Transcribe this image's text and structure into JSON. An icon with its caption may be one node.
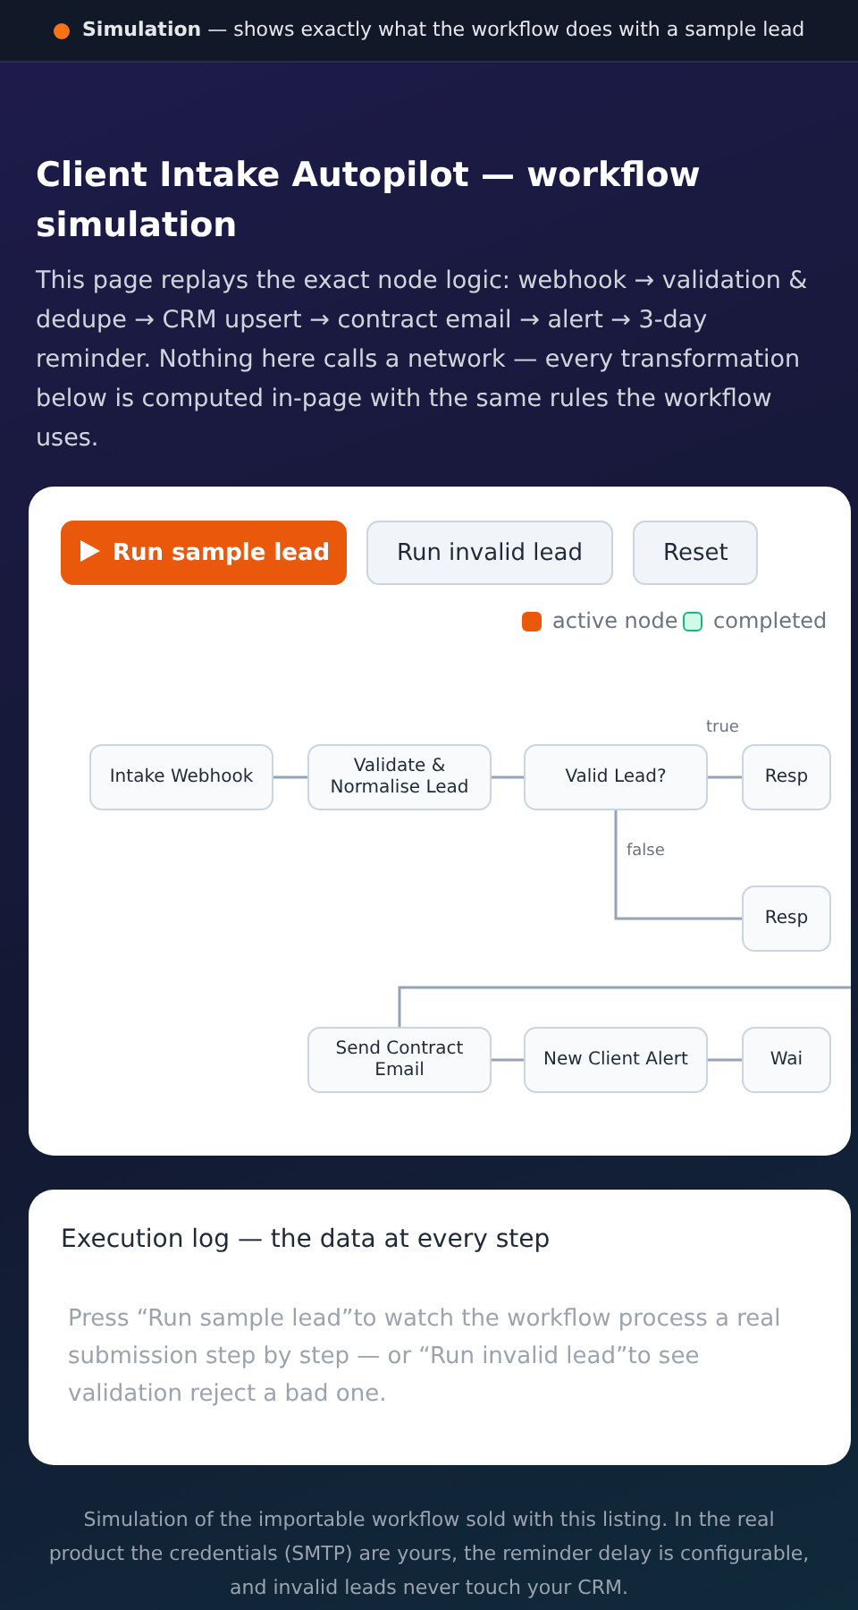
{
  "diagram": {
    "title": "Client Intake Autopilot — workflow simulation",
    "nodes": [
      {
        "text": [
          "Intake Webhook"
        ]
      },
      {
        "text": [
          "Validate & Normalise Lead"
        ]
      },
      {
        "text": [
          "Valid Lead?"
        ]
      },
      {
        "text": [
          "Resp"
        ]
      },
      {
        "text": [
          "Resp"
        ]
      },
      {
        "text": [
          "Send Contract Email"
        ]
      },
      {
        "text": [
          "New Client Alert"
        ]
      },
      {
        "text": [
          "Wai"
        ]
      }
    ],
    "edges": [
      {
        "from": 0,
        "to": 1,
        "arrow": "none"
      },
      {
        "from": 1,
        "to": 2,
        "arrow": "none"
      },
      {
        "from": 2,
        "to": 3,
        "arrow": "none",
        "label": "true"
      },
      {
        "from": 2,
        "to": 4,
        "arrow": "none",
        "label": "false"
      },
      {
        "from": null,
        "to": 5,
        "arrow": "none"
      },
      {
        "from": 5,
        "to": 6,
        "arrow": "none"
      },
      {
        "from": 6,
        "to": 7,
        "arrow": "none"
      }
    ],
    "labels": [
      "**Simulation** — shows exactly what the workflow does with a sample lead",
      "This page replays the exact node logic: webhook → validation & dedupe → CRM upsert → contract email → alert → 3-day reminder. Nothing here calls a network — every transformation below is computed in-page with the same rules the workflow uses.",
      "Run sample lead",
      "Run invalid lead",
      "Reset",
      "Execution log — the data at every step",
      "Press “Run sample lead”to watch the workflow process a real submission step by step — or “Run invalid lead”to see validation reject a bad one.",
      "Simulation of the importable workflow sold with this listing. In the real product the credentials (SMTP) are yours, the reminder delay is configurable, and invalid leads never touch your CRM."
    ],
    "legend": [
      {
        "text": "active node",
        "color": "#ea580c"
      },
      {
        "text": "completed",
        "color": "#d1fae5"
      }
    ]
  }
}
